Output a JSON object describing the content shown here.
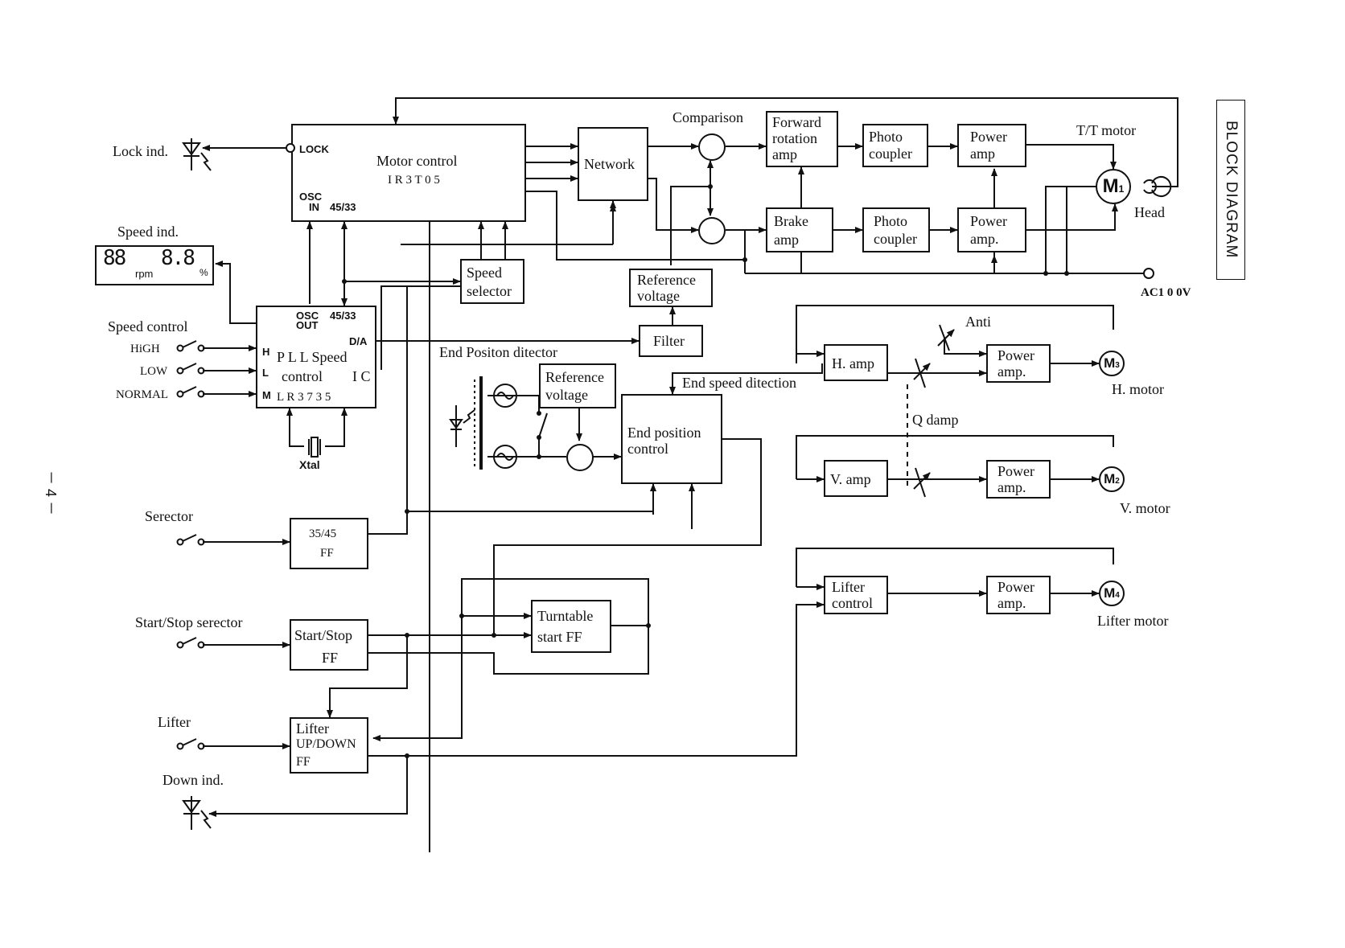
{
  "title": "BLOCK DIAGRAM",
  "page_number": "－ 4 －",
  "blocks": {
    "motor_control": {
      "line1": "Motor control",
      "line2": "I R 3 T 0 5",
      "lock": "LOCK",
      "osc_in": "OSC\n IN",
      "osc_in_a": "OSC",
      "osc_in_b": "IN",
      "ratio": "45/33"
    },
    "network": "Network",
    "speed_selector": {
      "line1": "Speed",
      "line2": "selector"
    },
    "pll": {
      "osc_out_a": "OSC",
      "osc_out_b": "OUT",
      "ratio": "45/33",
      "da": "D/A",
      "line1": "P L L  Speed",
      "line2": "control",
      "ic": "I C",
      "line3": "L R 3 7 3 5",
      "h": "H",
      "l": "L",
      "m": "M"
    },
    "forward_amp": {
      "line1": "Forward",
      "line2": "rotation",
      "line3": "amp"
    },
    "photo1": {
      "line1": "Photo",
      "line2": "coupler"
    },
    "power1": {
      "line1": "Power",
      "line2": "amp"
    },
    "brake_amp": {
      "line1": "Brake",
      "line2": "amp"
    },
    "photo2": {
      "line1": "Photo",
      "line2": "coupler"
    },
    "power2": {
      "line1": "Power",
      "line2": "amp."
    },
    "ref_voltage1": {
      "line1": "Reference",
      "line2": "voltage"
    },
    "filter": "Filter",
    "ref_voltage2": {
      "line1": "Reference",
      "line2": "voltage"
    },
    "end_position": {
      "line1": "End position",
      "line2": "control"
    },
    "h_amp": "H. amp",
    "power_h": {
      "line1": "Power",
      "line2": "amp."
    },
    "v_amp": "V. amp",
    "power_v": {
      "line1": "Power",
      "line2": "amp."
    },
    "lifter_control": {
      "line1": "Lifter",
      "line2": "control"
    },
    "power_l": {
      "line1": "Power",
      "line2": "amp."
    },
    "ff_3545": {
      "line1": "35/45",
      "line2": "FF"
    },
    "start_stop_ff": {
      "line1": "Start/Stop",
      "line2": "FF"
    },
    "turntable_ff": {
      "line1": "Turntable",
      "line2": "start FF"
    },
    "lifter_ff": {
      "line1": "Lifter",
      "line2": "UP/DOWN",
      "line3": "FF"
    }
  },
  "labels": {
    "lock_ind": "Lock ind.",
    "speed_ind": "Speed ind.",
    "display_rpm": "rpm",
    "display_pct": "%",
    "speed_control": "Speed control",
    "high": "HiGH",
    "low": "LOW",
    "normal": "NORMAL",
    "xtal": "Xtal",
    "serector": "Serector",
    "start_stop_serector": "Start/Stop serector",
    "lifter": "Lifter",
    "down_ind": "Down ind.",
    "comparison": "Comparison",
    "tt_motor": "T/T motor",
    "head": "Head",
    "ac100v": "AC1 0 0V",
    "end_position_ditector": "End Positon ditector",
    "end_speed_dItection": "End speed ditection",
    "anti": "Anti",
    "q_damp": "Q damp",
    "h_motor": "H. motor",
    "v_motor": "V. motor",
    "lifter_motor": "Lifter motor",
    "m1": "M",
    "m1_sub": "1",
    "m2": "M",
    "m2_sub": "2",
    "m3": "M",
    "m3_sub": "3",
    "m4": "M",
    "m4_sub": "4"
  }
}
